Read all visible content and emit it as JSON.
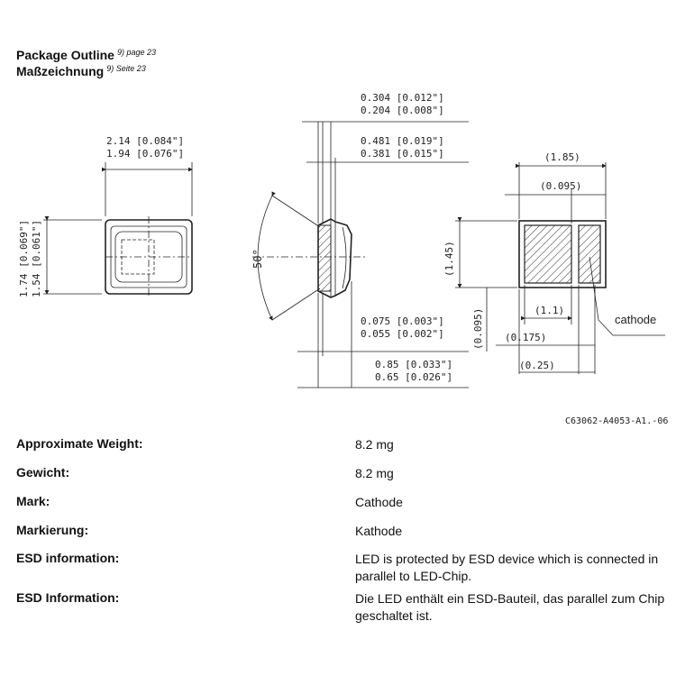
{
  "header": {
    "title_en": "Package Outline",
    "title_en_ref": "9) page 23",
    "title_de": "Maßzeichnung",
    "title_de_ref": "9) Seite 23"
  },
  "drawing": {
    "front_width_a": "2.14 [0.084\"]",
    "front_width_b": "1.94 [0.076\"]",
    "front_height_a": "1.74 [0.069\"]",
    "front_height_b": "1.54 [0.061\"]",
    "side_top_a": "0.304 [0.012\"]",
    "side_top_b": "0.204 [0.008\"]",
    "side_mid_a": "0.481 [0.019\"]",
    "side_mid_b": "0.381 [0.015\"]",
    "side_angle": "50°",
    "side_low_a": "0.075 [0.003\"]",
    "side_low_b": "0.055 [0.002\"]",
    "side_bot_a": "0.85 [0.033\"]",
    "side_bot_b": "0.65 [0.026\"]",
    "pad_width": "(1.85)",
    "pad_width_in": "(0.095)",
    "pad_height": "(1.45)",
    "pad_gap": "(1.1)",
    "pad_left_in": "(0.095)",
    "pad_small": "(0.175)",
    "pad_bottom": "(0.25)",
    "cathode_label": "cathode",
    "drawing_code": "C63062-A4053-A1.-06"
  },
  "specs": [
    {
      "label": "Approximate Weight:",
      "value": "8.2 mg"
    },
    {
      "label": "Gewicht:",
      "value": "8.2 mg"
    },
    {
      "label": "Mark:",
      "value": "Cathode"
    },
    {
      "label": "Markierung:",
      "value": "Kathode"
    },
    {
      "label": "ESD information:",
      "value": "LED is protected by ESD device which is connected in parallel to LED-Chip."
    },
    {
      "label": "ESD Information:",
      "value": "Die LED enthält ein ESD-Bauteil, das parallel zum Chip geschaltet ist."
    }
  ]
}
